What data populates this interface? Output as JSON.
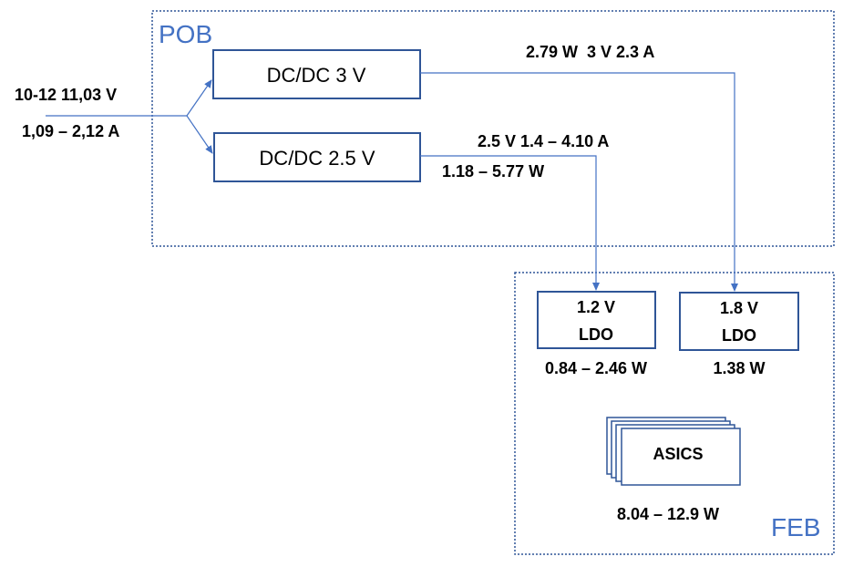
{
  "regions": {
    "pob": "POB",
    "feb": "FEB"
  },
  "input": {
    "voltage": "10-12 11,03 V",
    "current": "1,09 – 2,12 A"
  },
  "blocks": {
    "dcdc3": "DC/DC 3 V",
    "dcdc25": "DC/DC 2.5 V",
    "ldo12_voltage": "1.2 V",
    "ldo12_type": "LDO",
    "ldo18_voltage": "1.8 V",
    "ldo18_type": "LDO",
    "asics": "ASICS"
  },
  "annotations": {
    "dcdc3_output": "2.79 W  3 V 2.3 A",
    "dcdc25_output": "2.5 V 1.4 – 4.10 A",
    "dcdc25_power": "1.18 – 5.77 W",
    "ldo12_power": "0.84 – 2.46 W",
    "ldo18_power": "1.38 W",
    "asics_power": "8.04 – 12.9 W"
  },
  "colors": {
    "region_label": "#4472c4",
    "border": "#2f5597",
    "wire": "#4472c4"
  }
}
